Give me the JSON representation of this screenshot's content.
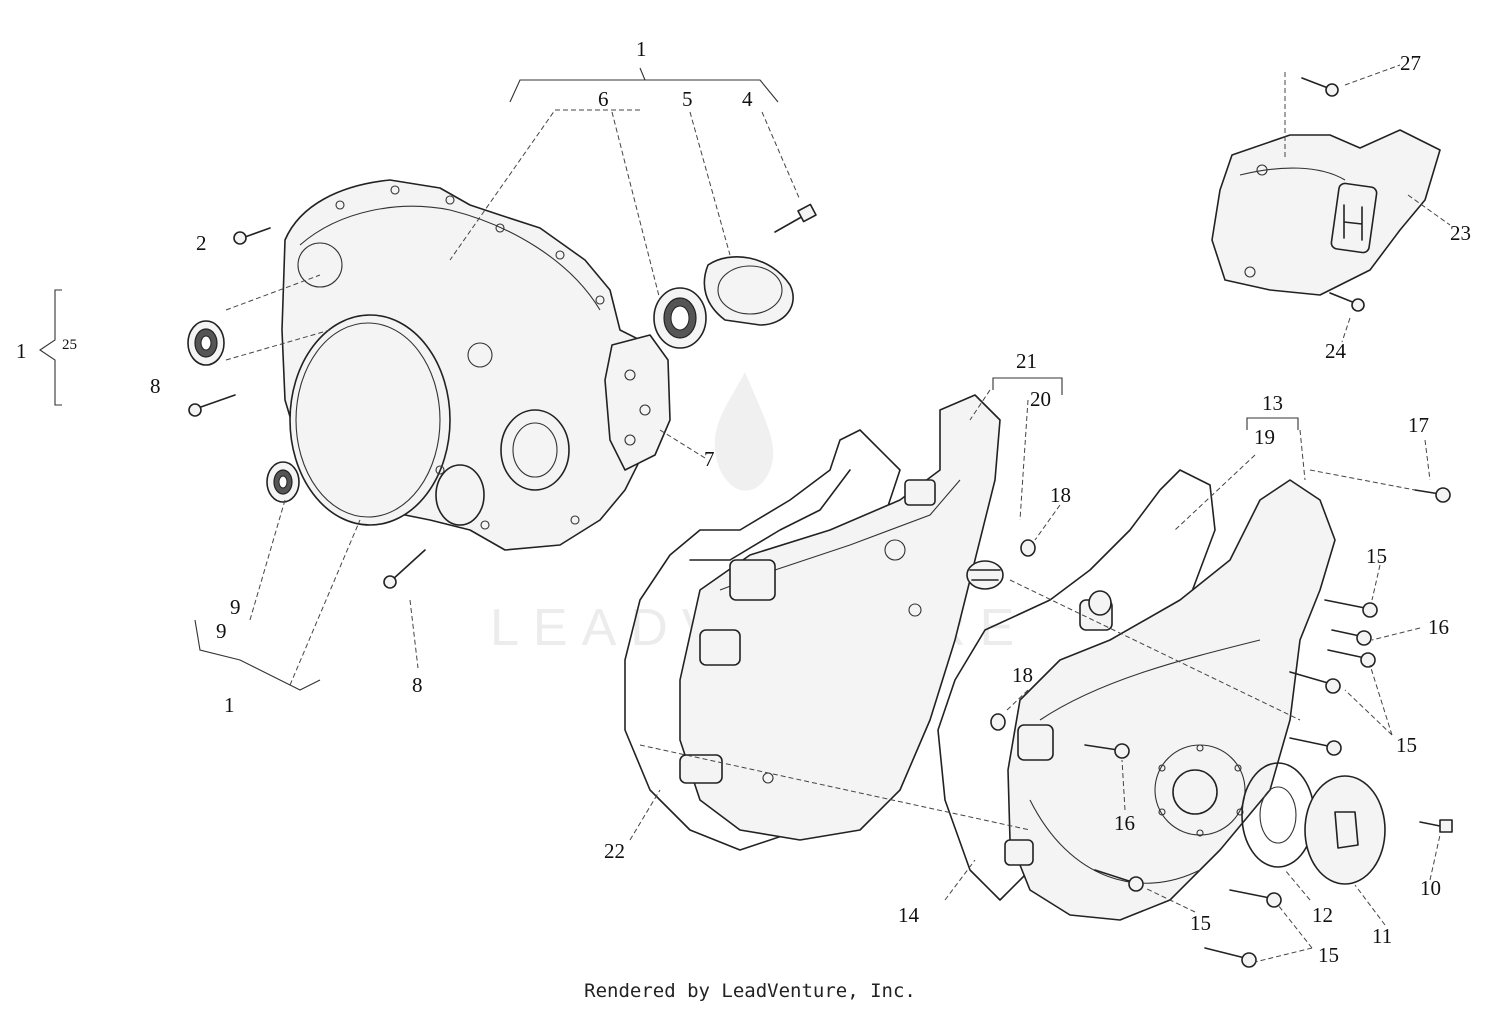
{
  "watermark": "LEADVENTURE",
  "footer": "Rendered by LeadVenture, Inc.",
  "callouts": {
    "c1_top": "1",
    "c6": "6",
    "c5": "5",
    "c4": "4",
    "c2": "2",
    "c1_left": "1",
    "c25": "25",
    "c8_upper": "8",
    "c7": "7",
    "c9_part": "9",
    "c9_bracket": "9",
    "c1_bottom": "1",
    "c8_lower": "8",
    "c27": "27",
    "c23": "23",
    "c24": "24",
    "c21": "21",
    "c20": "20",
    "c18_upper": "18",
    "c13": "13",
    "c19": "19",
    "c17": "17",
    "c15_a": "15",
    "c16_right": "16",
    "c15_b": "15",
    "c18_lower": "18",
    "c16_lower": "16",
    "c22": "22",
    "c14": "14",
    "c15_c": "15",
    "c12": "12",
    "c11": "11",
    "c10": "10",
    "c15_d": "15"
  }
}
